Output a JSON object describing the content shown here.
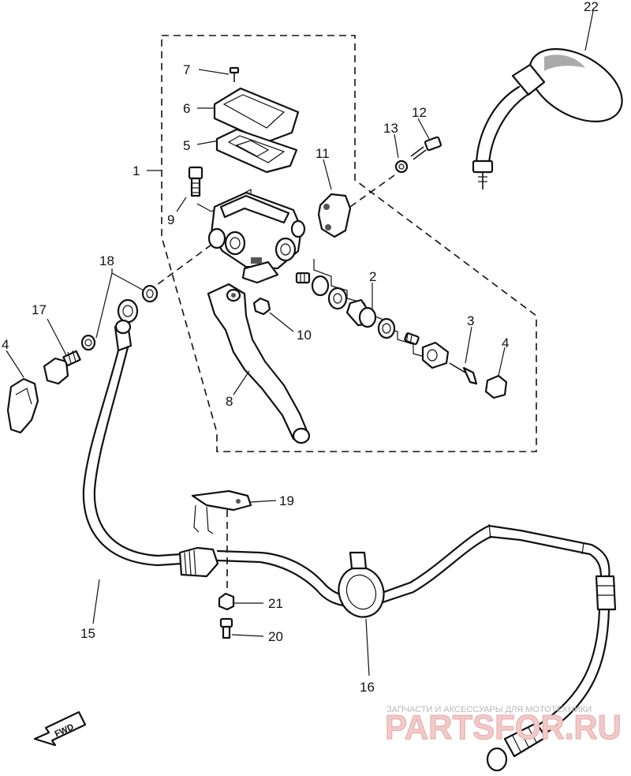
{
  "callouts": [
    {
      "id": "c1",
      "text": "1"
    },
    {
      "id": "c2",
      "text": "2"
    },
    {
      "id": "c3",
      "text": "3"
    },
    {
      "id": "c4a",
      "text": "4"
    },
    {
      "id": "c4b",
      "text": "4"
    },
    {
      "id": "c5",
      "text": "5"
    },
    {
      "id": "c6",
      "text": "6"
    },
    {
      "id": "c7",
      "text": "7"
    },
    {
      "id": "c8",
      "text": "8"
    },
    {
      "id": "c9",
      "text": "9"
    },
    {
      "id": "c10",
      "text": "10"
    },
    {
      "id": "c11",
      "text": "11"
    },
    {
      "id": "c12",
      "text": "12"
    },
    {
      "id": "c13",
      "text": "13"
    },
    {
      "id": "c15",
      "text": "15"
    },
    {
      "id": "c16",
      "text": "16"
    },
    {
      "id": "c17",
      "text": "17"
    },
    {
      "id": "c18",
      "text": "18"
    },
    {
      "id": "c19",
      "text": "19"
    },
    {
      "id": "c20",
      "text": "20"
    },
    {
      "id": "c21",
      "text": "21"
    },
    {
      "id": "c22",
      "text": "22"
    }
  ],
  "direction_marker": {
    "text": "FWD",
    "icon": "arrow-left-down-icon"
  },
  "watermark": {
    "caption": "ЗАПЧАСТИ И АКСЕССУАРЫ ДЛЯ МОТОТЕХНИКИ",
    "brand": "PARTSFOR.RU",
    "color": "#e8a8a8"
  },
  "colors": {
    "ink": "#111111",
    "background": "#ffffff"
  }
}
